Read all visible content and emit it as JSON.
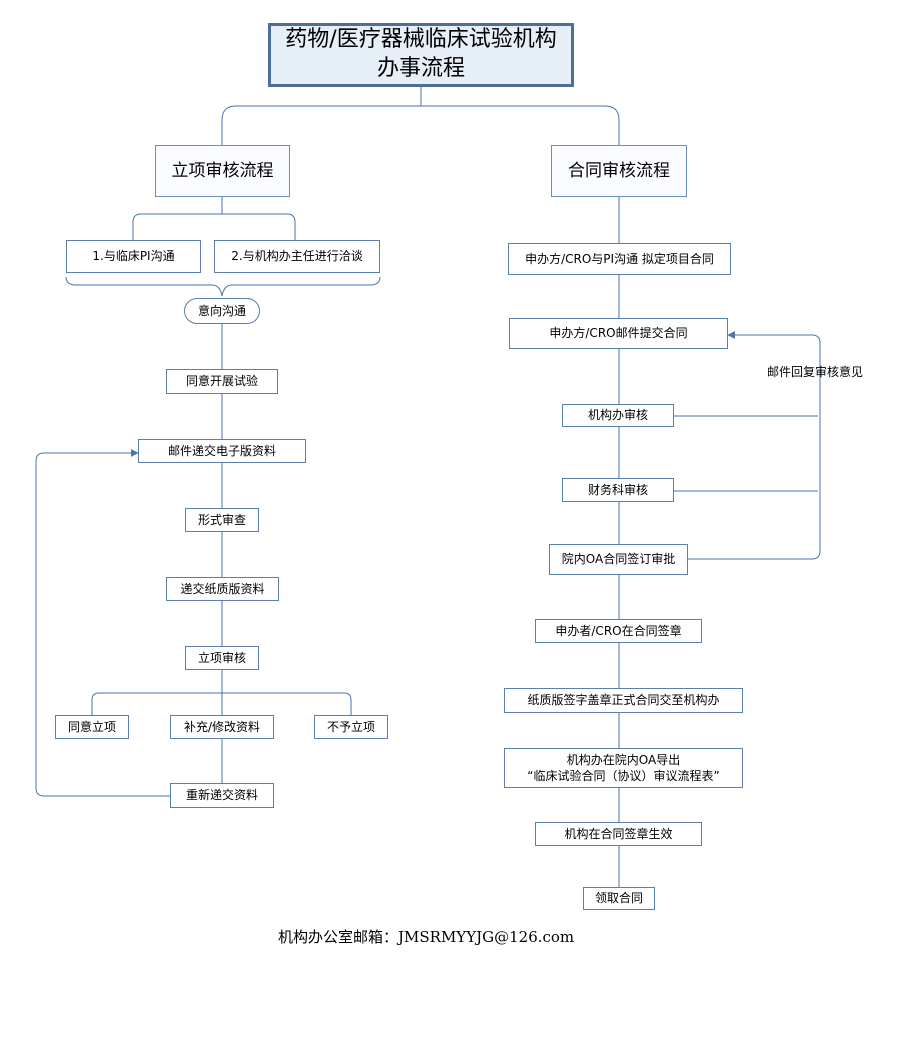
{
  "title": {
    "line1": "药物/医疗器械临床试验机构",
    "line2": "办事流程"
  },
  "left": {
    "header": "立项审核流程",
    "step1a": "1.与临床PI沟通",
    "step1b": "2.与机构办主任进行洽谈",
    "intent": "意向沟通",
    "agree_trial": "同意开展试验",
    "email_docs": "邮件递交电子版资料",
    "formal_review": "形式审查",
    "paper_docs": "递交纸质版资料",
    "project_review": "立项审核",
    "approve": "同意立项",
    "supplement": "补充/修改资料",
    "reject": "不予立项",
    "resubmit": "重新递交资料"
  },
  "right": {
    "header": "合同审核流程",
    "draft": "申办方/CRO与PI沟通 拟定项目合同",
    "email_contract": "申办方/CRO邮件提交合同",
    "office_review": "机构办审核",
    "finance_review": "财务科审核",
    "oa_approval": "院内OA合同签订审批",
    "sponsor_seal": "申办者/CRO在合同签章",
    "paper_submit": "纸质版签字盖章正式合同交至机构办",
    "export_line1": "机构办在院内OA导出",
    "export_line2": "“临床试验合同（协议）审议流程表”",
    "institution_seal": "机构在合同签章生效",
    "collect": "领取合同",
    "feedback": "邮件回复审核意见"
  },
  "footer": "机构办公室邮箱：JMSRMYYJG@126.com",
  "colors": {
    "line": "#4a76a8",
    "border": "#5b7fa8",
    "title_fill": "#e6eef7"
  }
}
